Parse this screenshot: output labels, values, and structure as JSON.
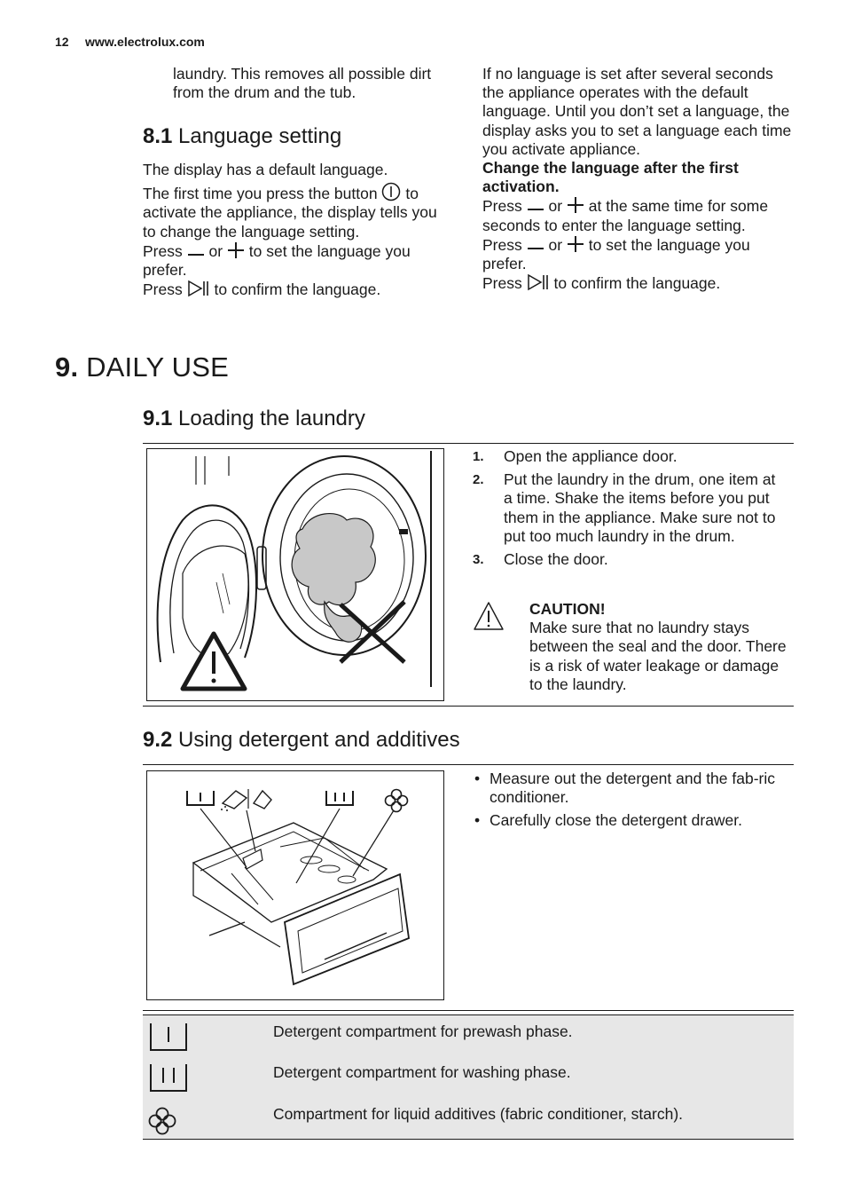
{
  "header": {
    "page_number": "12",
    "website": "www.electrolux.com"
  },
  "intro_fragment": {
    "text": "laundry. This removes all possible dirt from the drum and the tub."
  },
  "section_8_1": {
    "number": "8.1",
    "title": "Language setting",
    "p1": "The display has a default language.",
    "p2_a": "The first time you press the button",
    "p2_b": "to activate the appliance, the display tells you to change the language setting.",
    "p3_a": "Press",
    "p3_or": "or",
    "p3_b": "to set the language you prefer.",
    "p4_a": "Press",
    "p4_b": "to confirm the language."
  },
  "section_8_1_right": {
    "p1": "If no language is set after several seconds the appliance operates with the default language. Until you don’t set a language, the display asks you to set a language each time you activate appliance.",
    "bold": "Change the language after the first activation.",
    "p2_a": "Press",
    "p2_or": "or",
    "p2_b": "at the same time for some seconds to enter the language setting.",
    "p3_a": "Press",
    "p3_or": "or",
    "p3_b": "to set the language you prefer.",
    "p4_a": "Press",
    "p4_b": "to confirm the language."
  },
  "chapter_9": {
    "number": "9.",
    "title": "DAILY USE"
  },
  "section_9_1": {
    "number": "9.1",
    "title": "Loading the laundry",
    "steps": [
      {
        "n": "1.",
        "text": "Open the appliance door."
      },
      {
        "n": "2.",
        "text": "Put the laundry in the drum, one item at a time. Shake the items before you put them in the appliance. Make sure not to put too much laundry in the drum."
      },
      {
        "n": "3.",
        "text": "Close the door."
      }
    ],
    "caution_title": "CAUTION!",
    "caution_text": "Make sure that no laundry stays between the seal and the door. There is a risk of water leakage or damage to the laundry."
  },
  "section_9_2": {
    "number": "9.2",
    "title": "Using detergent and additives",
    "bullets": [
      "Measure out the detergent and the fab-ric conditioner.",
      "Carefully close the detergent drawer."
    ],
    "table": [
      {
        "icon": "prewash-compartment-icon",
        "text": "Detergent compartment for prewash phase."
      },
      {
        "icon": "wash-compartment-icon",
        "text": "Detergent compartment for washing phase."
      },
      {
        "icon": "flower-additive-icon",
        "text": "Compartment for liquid additives (fabric conditioner, starch)."
      }
    ]
  },
  "colors": {
    "text": "#1a1a1a",
    "table_bg": "#e7e7e7",
    "laundry_gray": "#c8c8c8"
  }
}
